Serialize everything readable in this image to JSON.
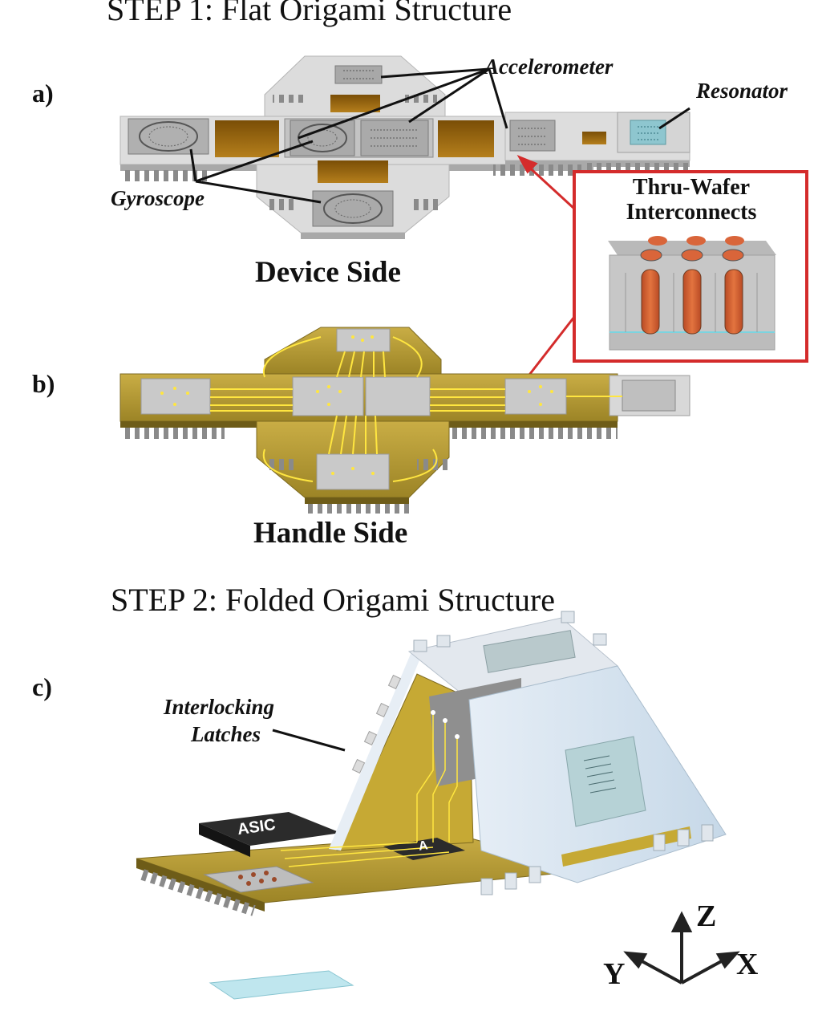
{
  "steps": {
    "step1": "STEP 1: Flat Origami Structure",
    "step2": "STEP 2: Folded Origami Structure"
  },
  "panels": {
    "a": "a)",
    "b": "b)",
    "c": "c)"
  },
  "labels": {
    "accelerometer": "Accelerometer",
    "resonator": "Resonator",
    "gyroscope": "Gyroscope",
    "device_side": "Device Side",
    "handle_side": "Handle Side",
    "interlocking_line1": "Interlocking",
    "interlocking_line2": "Latches",
    "asic1": "ASIC",
    "asic2": "A"
  },
  "inset": {
    "line1": "Thru-Wafer",
    "line2": "Interconnects"
  },
  "axes": {
    "z": "Z",
    "y": "Y",
    "x": "X"
  },
  "colors": {
    "silicon": "#d9d9d9",
    "cavity": "#9a6a12",
    "flex_gold": "#b59b33",
    "trace": "#ffe640",
    "copper": "#d9653a",
    "callout_red": "#d42b2b",
    "glass": "#bfe6ee",
    "light_blue_wall": "#cfe0ee"
  }
}
